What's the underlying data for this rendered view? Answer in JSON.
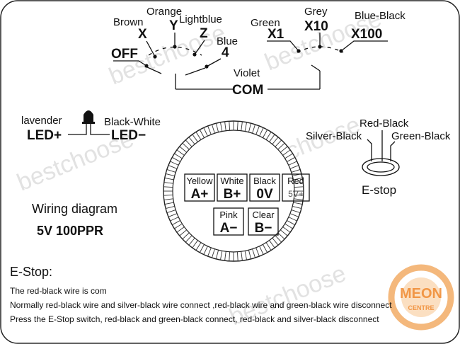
{
  "watermark": {
    "text": "bestchoose"
  },
  "switch_left": {
    "wires": {
      "brown": "Brown",
      "orange": "Orange",
      "lightblue": "Lightblue",
      "blue": "Blue"
    },
    "positions": {
      "off": "OFF",
      "x": "X",
      "y": "Y",
      "z": "Z",
      "four": "4"
    }
  },
  "switch_right": {
    "wires": {
      "green": "Green",
      "grey": "Grey",
      "blue_black": "Blue-Black"
    },
    "positions": {
      "x1": "X1",
      "x10": "X10",
      "x100": "X100"
    }
  },
  "common": {
    "wire": "Violet",
    "label": "COM"
  },
  "led": {
    "anode_wire": "lavender",
    "anode_label": "LED+",
    "cathode_wire": "Black-White",
    "cathode_label": "LED−"
  },
  "estop_symbol": {
    "wire_top": "Red-Black",
    "wire_left": "Silver-Black",
    "wire_right": "Green-Black",
    "label": "E-stop"
  },
  "encoder_pins": [
    {
      "wire": "Yellow",
      "signal": "A+"
    },
    {
      "wire": "White",
      "signal": "B+"
    },
    {
      "wire": "Black",
      "signal": "0V"
    },
    {
      "wire": "Red",
      "signal": "5V+"
    },
    {
      "wire": "Pink",
      "signal": "A−"
    },
    {
      "wire": "Clear",
      "signal": "B−"
    }
  ],
  "caption": {
    "title": "Wiring diagram",
    "spec": "5V 100PPR"
  },
  "estop_notes": {
    "heading": "E-Stop:",
    "lines": [
      "The red-black wire is com",
      "Normally red-black wire and silver-black wire connect ,red-black wire and green-black wire disconnect",
      "Press the E-Stop switch, red-black and green-black connect, red-black and silver-black disconnect"
    ]
  },
  "logo": {
    "text_top": "MEON",
    "text_bottom": "CENTRE"
  },
  "colors": {
    "ink": "#111111",
    "watermark": "#e2e2e2",
    "logo_orange": "#f0a050",
    "background": "#ffffff"
  }
}
